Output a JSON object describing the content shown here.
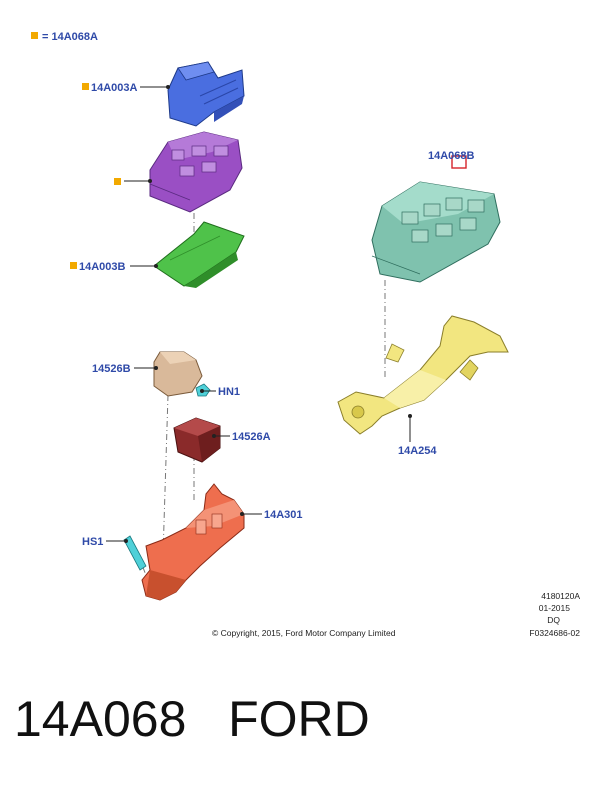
{
  "diagram": {
    "legend": {
      "text": "= 14A068A"
    },
    "callouts": {
      "c14A003A": "14A003A",
      "c14A003B": "14A003B",
      "c14A068B": "14A068B",
      "c14526B": "14526B",
      "cHN1": "HN1",
      "c14526A": "14526A",
      "c14A301": "14A301",
      "cHS1": "HS1",
      "c14A254": "14A254"
    },
    "meta_lines": [
      "4180120A",
      "01-2015",
      "DQ",
      "F0324686-02"
    ],
    "copyright": "© Copyright, 2015, Ford Motor Company Limited",
    "colors": {
      "marker": "#f2a900",
      "callout": "#2f4aa8",
      "blue_part": "#4a6ee0",
      "purple_part": "#9a4fc4",
      "green_part": "#4fc24a",
      "teal_part": "#7fc2ae",
      "yellow_part": "#f2e680",
      "tan_part": "#d9b99a",
      "maroon_part": "#8a2a2a",
      "orange_part": "#ee6e4e",
      "cyan_part": "#4fd0d8",
      "highlight": "#d6232a"
    }
  },
  "footer": {
    "part_number": "14A068",
    "brand": "FORD"
  }
}
